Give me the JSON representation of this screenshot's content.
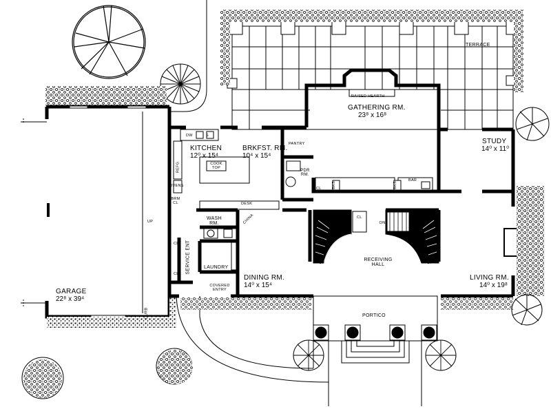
{
  "plan": {
    "rooms": [
      {
        "name": "TERRACE",
        "dims": ""
      },
      {
        "name": "GATHERING RM.",
        "dims": "23⁸ x 16⁸"
      },
      {
        "name": "KITCHEN",
        "dims": "12⁰ x 15⁴"
      },
      {
        "name": "BRKFST. RM.",
        "dims": "10⁴ x 15⁴"
      },
      {
        "name": "STUDY",
        "dims": "14⁰ x 11⁰"
      },
      {
        "name": "DINING RM.",
        "dims": "14⁰ x 15⁴"
      },
      {
        "name": "RECEIVING HALL",
        "dims": ""
      },
      {
        "name": "LIVING RM.",
        "dims": "14⁰ x 19⁸"
      },
      {
        "name": "GARAGE",
        "dims": "22⁸ x 39⁴"
      },
      {
        "name": "PORTICO",
        "dims": ""
      }
    ],
    "fixtures": {
      "raised_hearth": "RAISED HEARTH",
      "pantry": "PANTRY",
      "pdr_rm": "PDR RM.",
      "cook_top": "COOK TOP",
      "dw": "DW",
      "sink": "S",
      "refg": "REFG",
      "ovens": "OVENS",
      "brm_cl": "BRM CL",
      "desk": "DESK",
      "wash_rm": "WASH RM.",
      "laundry": "LAUNDRY",
      "service_ent": "SERVICE ENT",
      "covered_entry": "COVERED ENTRY",
      "china": "CHINA",
      "bar": "BAR",
      "bks1": "BKS",
      "bks2": "BKS",
      "cl": "CL",
      "curb": "CURB",
      "up": "UP",
      "dn": "DN"
    }
  }
}
